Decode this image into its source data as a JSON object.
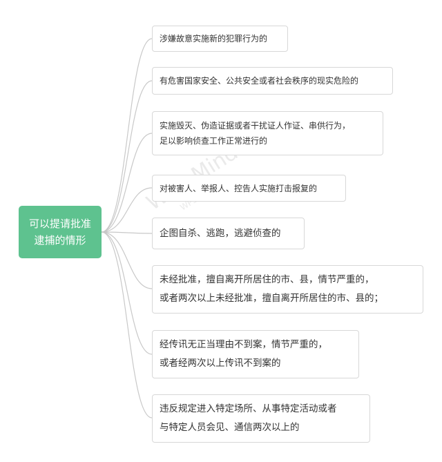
{
  "root": {
    "label": "可以提请批准\n逮捕的情形"
  },
  "branches": [
    {
      "label": "涉嫌故意实施新的犯罪行为的"
    },
    {
      "label": "有危害国家安全、公共安全或者社会秩序的现实危险的"
    },
    {
      "label": "实施毁灭、伪造证据或者干扰证人作证、串供行为，\n足以影响侦查工作正常进行的"
    },
    {
      "label": "对被害人、举报人、控告人实施打击报复的"
    },
    {
      "label": "企图自杀、逃跑，逃避侦查的"
    },
    {
      "label": "未经批准，擅自离开所居住的市、县，情节严重的，\n或者两次以上未经批准，擅自离开所居住的市、县的；"
    },
    {
      "label": "经传讯无正当理由不到案，情节严重的，\n或者经两次以上传讯不到案的"
    },
    {
      "label": "违反规定进入特定场所、从事特定活动或者\n与特定人员会见、通信两次以上的"
    }
  ],
  "watermark": {
    "main": "WPS Mind",
    "sub": "WPS思维导图"
  },
  "colors": {
    "root_fill": "#5ec28f",
    "connector": "#c8c8c8",
    "node_border": "#d7d7d7",
    "text": "#333333"
  }
}
